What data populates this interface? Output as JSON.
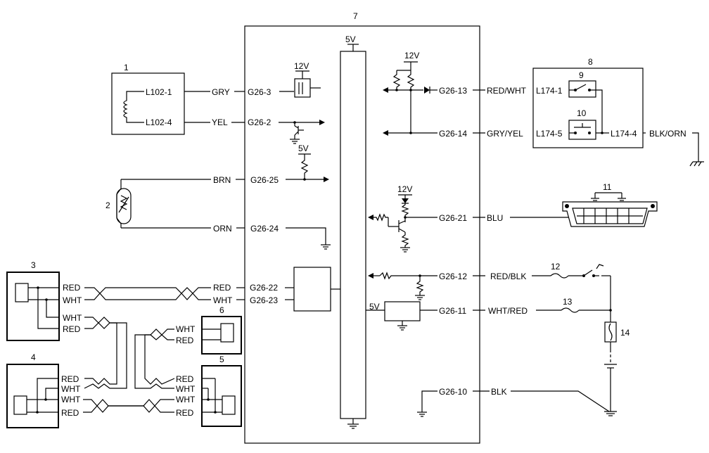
{
  "components": {
    "c1": "1",
    "c2": "2",
    "c3": "3",
    "c4": "4",
    "c5": "5",
    "c6": "6",
    "c7": "7",
    "c8": "8",
    "c9": "9",
    "c10": "10",
    "c11": "11",
    "c12": "12",
    "c13": "13",
    "c14": "14"
  },
  "voltages": {
    "v12": "12V",
    "v5": "5V"
  },
  "pins": {
    "l102_1": "L102-1",
    "l102_4": "L102-4",
    "g26_3": "G26-3",
    "g26_2": "G26-2",
    "g26_25": "G26-25",
    "g26_24": "G26-24",
    "g26_22": "G26-22",
    "g26_23": "G26-23",
    "g26_13": "G26-13",
    "g26_14": "G26-14",
    "g26_21": "G26-21",
    "g26_12": "G26-12",
    "g26_11": "G26-11",
    "g26_10": "G26-10",
    "l174_1": "L174-1",
    "l174_5": "L174-5",
    "l174_4": "L174-4"
  },
  "wires": {
    "gry": "GRY",
    "yel": "YEL",
    "brn": "BRN",
    "orn": "ORN",
    "red": "RED",
    "wht": "WHT",
    "red_wht": "RED/WHT",
    "gry_yel": "GRY/YEL",
    "blk_orn": "BLK/ORN",
    "blu": "BLU",
    "red_blk": "RED/BLK",
    "wht_red": "WHT/RED",
    "blk": "BLK"
  }
}
